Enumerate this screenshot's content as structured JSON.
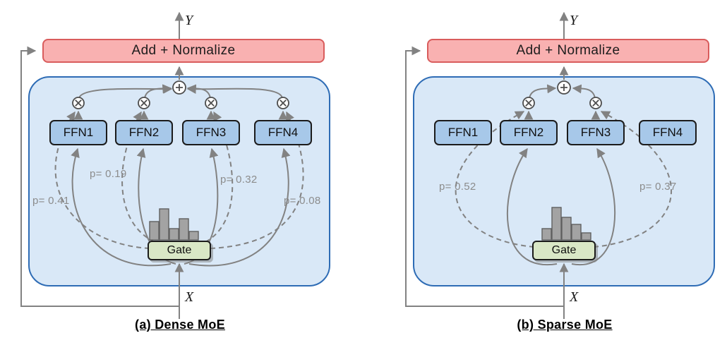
{
  "diagram": {
    "panels": [
      {
        "caption": "(a) Dense MoE",
        "add_normalize": "Add + Normalize",
        "gate": "Gate",
        "output": "Y",
        "input": "X",
        "ffns": [
          "FFN1",
          "FFN2",
          "FFN3",
          "FFN4"
        ],
        "probs": [
          "p= 0.41",
          "p= 0.19",
          "p= 0.32",
          "p= 0.08"
        ],
        "histogram": [
          26,
          44,
          16,
          30,
          12
        ]
      },
      {
        "caption": "(b) Sparse MoE",
        "add_normalize": "Add + Normalize",
        "gate": "Gate",
        "output": "Y",
        "input": "X",
        "ffns": [
          "FFN1",
          "FFN2",
          "FFN3",
          "FFN4"
        ],
        "probs": [
          "p= 0.52",
          "p= 0.37"
        ],
        "histogram": [
          16,
          46,
          32,
          22,
          10
        ]
      }
    ],
    "colors": {
      "add_normalize_fill": "#f9b1b1",
      "add_normalize_border": "#d95c5c",
      "container_fill": "#d9e8f7",
      "container_border": "#2e6cb5",
      "ffn_fill": "#a7c8e9",
      "gate_fill": "#d9e7c6",
      "arrow": "#828282"
    }
  }
}
